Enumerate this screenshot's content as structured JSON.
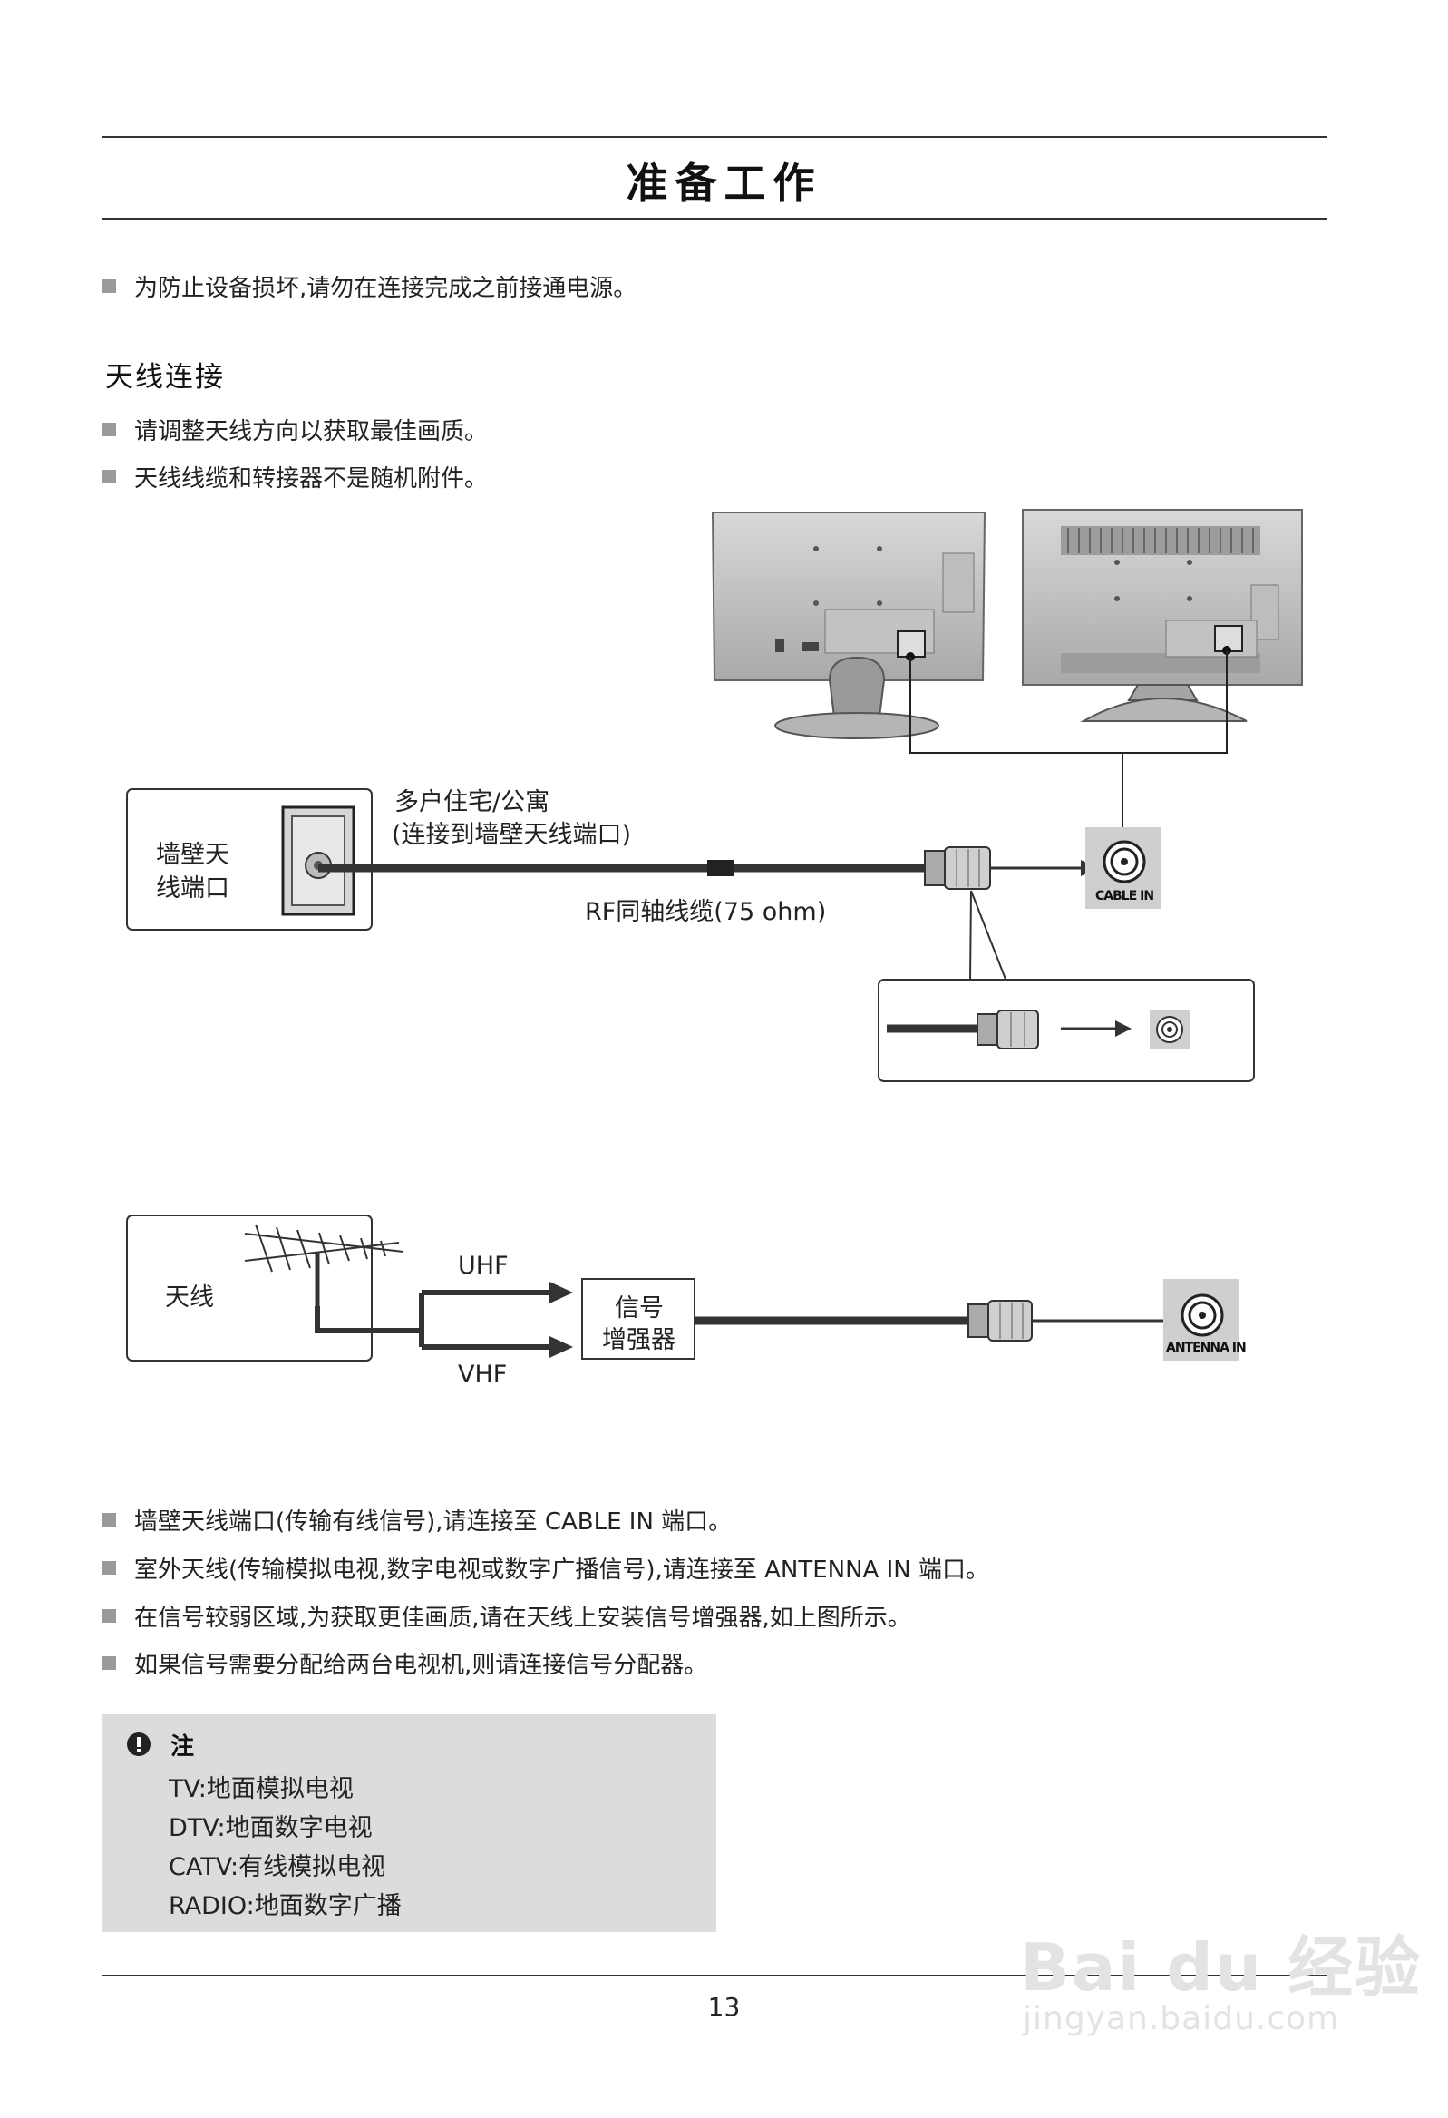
{
  "page": {
    "title": "准备工作",
    "page_number": "13"
  },
  "intro_bullet": "为防止设备损坏,请勿在连接完成之前接通电源。",
  "section": {
    "heading": "天线连接",
    "bullets": [
      "请调整天线方向以获取最佳画质。",
      "天线线缆和转接器不是随机附件。"
    ]
  },
  "diagram1": {
    "wall_box_line1": "墙壁天",
    "wall_box_line2": "线端口",
    "apartment_line1": "多户住宅/公寓",
    "apartment_line2": "(连接到墙壁天线端口)",
    "cable_label": "RF同轴线缆(75 ohm)",
    "port_label": "CABLE IN"
  },
  "diagram2": {
    "antenna_label": "天线",
    "uhf_label": "UHF",
    "vhf_label": "VHF",
    "booster_line1": "信号",
    "booster_line2": "增强器",
    "port_label": "ANTENNA IN"
  },
  "bottom_bullets": [
    "墙壁天线端口(传输有线信号),请连接至 CABLE IN 端口。",
    "室外天线(传输模拟电视,数字电视或数字广播信号),请连接至 ANTENNA IN 端口。",
    "在信号较弱区域,为获取更佳画质,请在天线上安装信号增强器,如上图所示。",
    "如果信号需要分配给两台电视机,则请连接信号分配器。"
  ],
  "note": {
    "icon": "exclamation-circle-icon",
    "title": "注",
    "lines": [
      "TV:地面模拟电视",
      "DTV:地面数字电视",
      "CATV:有线模拟电视",
      "RADIO:地面数字广播"
    ]
  },
  "watermark": {
    "logo_text": "Bai du 经验",
    "url_text": "jingyan.baidu.com"
  }
}
